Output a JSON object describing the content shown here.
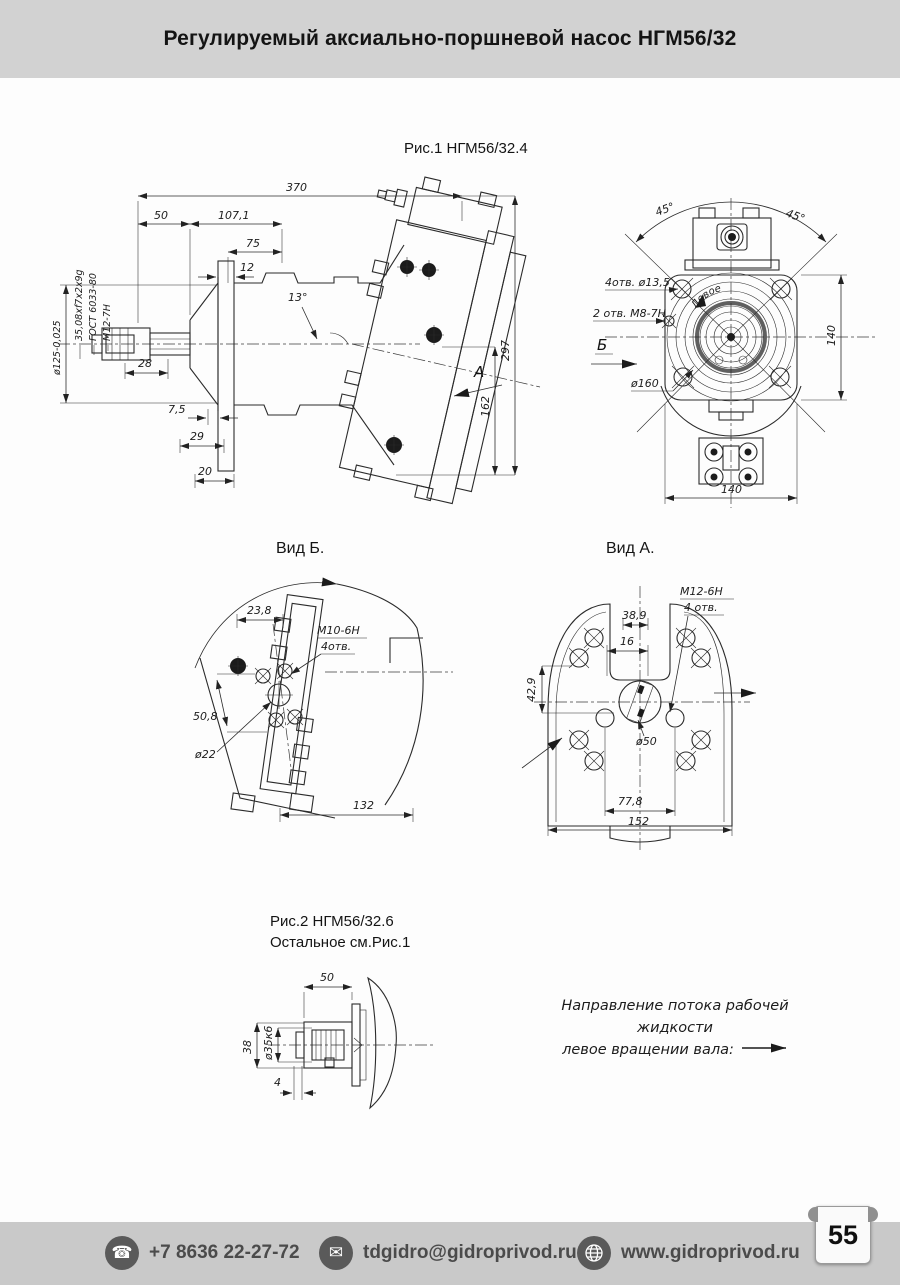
{
  "header": {
    "title": "Регулируемый аксиально-поршневой насос НГМ56/32"
  },
  "fig1": {
    "caption": "Рис.1 НГМ56/32.4",
    "side": {
      "overall_length": "370",
      "dim_50": "50",
      "dim_107_1": "107,1",
      "dim_75": "75",
      "dim_12": "12",
      "dim_28": "28",
      "dim_7_5": "7,5",
      "dim_29": "29",
      "dim_20": "20",
      "tilt_angle": "13°",
      "dim_297": "297",
      "dim_162": "162",
      "shaft_dia": "ø125-0,025",
      "spline": "35,08xf7x2x9g",
      "spline_gost": "ГОСТ 6033-80",
      "thread": "М12-7Н",
      "view_arrow": "А"
    },
    "front": {
      "angle_left": "45°",
      "angle_right": "45°",
      "holes_13_5": "4отв. ø13,5",
      "holes_m8": "2 отв. М8-7Н",
      "view_arrow": "Б",
      "pilot_dia": "ø160",
      "height_140": "140",
      "width_140": "140",
      "rotation_label": "Левое"
    }
  },
  "view_b": {
    "caption": "Вид Б.",
    "dim_23_8": "23,8",
    "thread": "М10-6Н",
    "thread_holes": "4отв.",
    "dim_50_8": "50,8",
    "port_dia": "ø22",
    "dim_132": "132"
  },
  "view_a": {
    "caption": "Вид А.",
    "thread": "М12-6Н",
    "thread_holes": "4 отв.",
    "dim_38_9": "38,9",
    "dim_16": "16",
    "dim_42_9": "42,9",
    "shaft_dia": "ø50",
    "dim_77_8": "77,8",
    "dim_152": "152"
  },
  "fig2": {
    "caption_line1": "Рис.2 НГМ56/32.6",
    "caption_line2": "Остальное см.Рис.1",
    "dim_50": "50",
    "dim_38": "38",
    "shaft_dia": "ø35к6",
    "dim_4": "4"
  },
  "flow_note": {
    "line1": "Направление потока рабочей жидкости",
    "line2": "левое вращении вала:"
  },
  "footer": {
    "phone": "+7 8636 22-27-72",
    "email": "tdgidro@gidroprivod.ru",
    "website": "www.gidroprivod.ru",
    "page_number": "55",
    "icons": {
      "phone": "☎",
      "email": "✉"
    }
  }
}
